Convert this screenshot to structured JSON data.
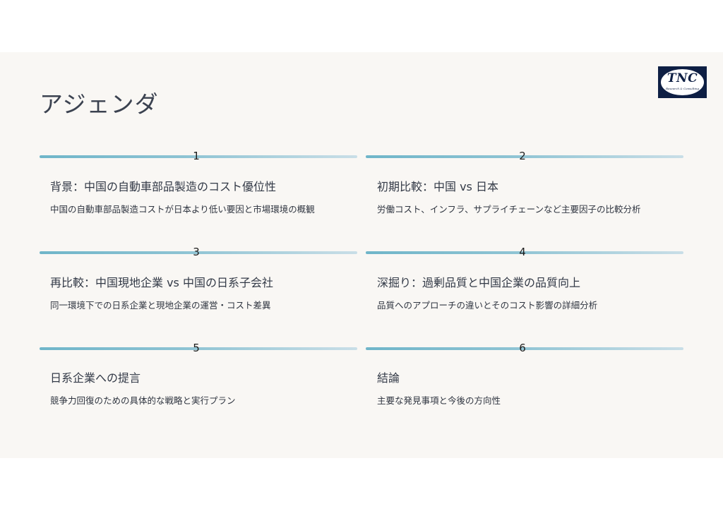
{
  "slide": {
    "title": "アジェンダ",
    "logo": {
      "text": "TNC",
      "subtext": "Research & Consulting"
    }
  },
  "agenda": [
    {
      "number": "1",
      "heading": "背景：中国の自動車部品製造のコスト優位性",
      "description": "中国の自動車部品製造コストが日本より低い要因と市場環境の概観"
    },
    {
      "number": "2",
      "heading": "初期比較：中国 vs 日本",
      "description": "労働コスト、インフラ、サプライチェーンなど主要因子の比較分析"
    },
    {
      "number": "3",
      "heading": "再比較：中国現地企業 vs 中国の日系子会社",
      "description": "同一環境下での日系企業と現地企業の運営・コスト差異"
    },
    {
      "number": "4",
      "heading": "深掘り：過剰品質と中国企業の品質向上",
      "description": "品質へのアプローチの違いとそのコスト影響の詳細分析"
    },
    {
      "number": "5",
      "heading": "日系企業への提言",
      "description": "競争力回復のための具体的な戦略と実行プラン"
    },
    {
      "number": "6",
      "heading": "結論",
      "description": "主要な発見事項と今後の方向性"
    }
  ]
}
